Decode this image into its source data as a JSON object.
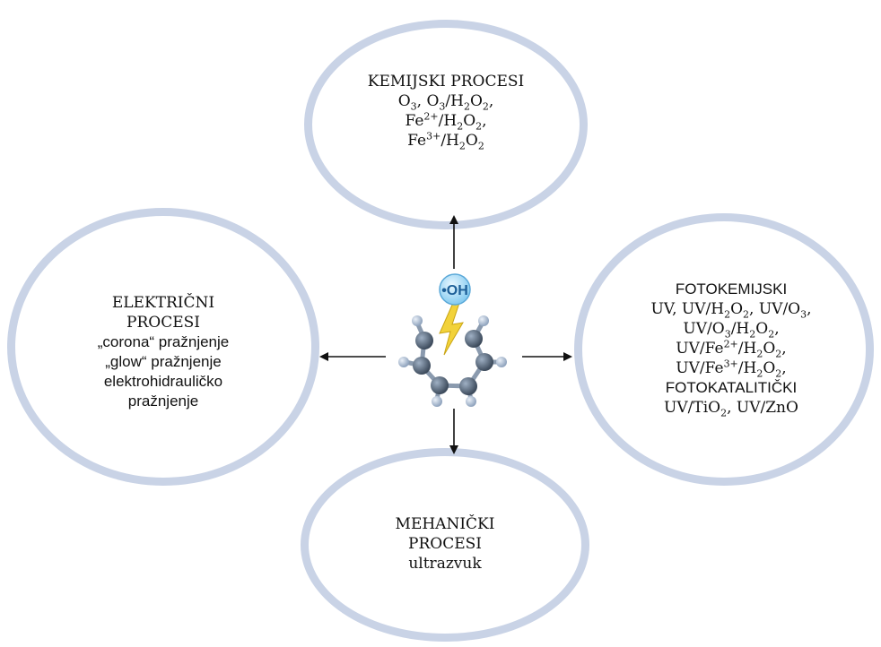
{
  "top": {
    "title": "KEMIJSKI PROCESI",
    "line1": {
      "a": "O",
      "a_sub": "3",
      "b": ", O",
      "b_sub": "3",
      "c": "/H",
      "c_sub": "2",
      "d": "O",
      "d_sub": "2",
      "e": ","
    },
    "line2": {
      "a": "Fe",
      "a_sup": "2+",
      "b": "/H",
      "b_sub": "2",
      "c": "O",
      "c_sub": "2",
      "d": ","
    },
    "line3": {
      "a": "Fe",
      "a_sup": "3+",
      "b": "/H",
      "b_sub": "2",
      "c": "O",
      "c_sub": "2"
    }
  },
  "left": {
    "l1": "ELEKTRIČNI",
    "l2": "PROCESI",
    "l3": "„corona“ pražnjenje",
    "l4": "„glow“ pražnjenje",
    "l5": "elektrohidrauličko",
    "l6": "pražnjenje"
  },
  "right": {
    "title": "FOTOKEMIJSKI",
    "r1": {
      "a": "UV, UV/H",
      "a_sub": "2",
      "b": "O",
      "b_sub": "2",
      "c": ", UV/O",
      "c_sub": "3",
      "d": ","
    },
    "r2": {
      "a": "UV/O",
      "a_sub": "3",
      "b": "/H",
      "b_sub": "2",
      "c": "O",
      "c_sub": "2",
      "d": ","
    },
    "r3": {
      "a": "UV/Fe",
      "a_sup": "2+",
      "b": "/H",
      "b_sub": "2",
      "c": "O",
      "c_sub": "2",
      "d": ","
    },
    "r4": {
      "a": "UV/Fe",
      "a_sup": "3+",
      "b": "/H",
      "b_sub": "2",
      "c": "O",
      "c_sub": "2",
      "d": ","
    },
    "title2": "FOTOKATALITIČKI",
    "r5": {
      "a": "UV/TiO",
      "a_sub": "2",
      "b": ", UV/ZnO"
    }
  },
  "bottom": {
    "l1": "MEHANIČKI",
    "l2": "PROCESI",
    "l3": "ultrazvuk"
  },
  "center": {
    "radical_label": "•OH"
  }
}
